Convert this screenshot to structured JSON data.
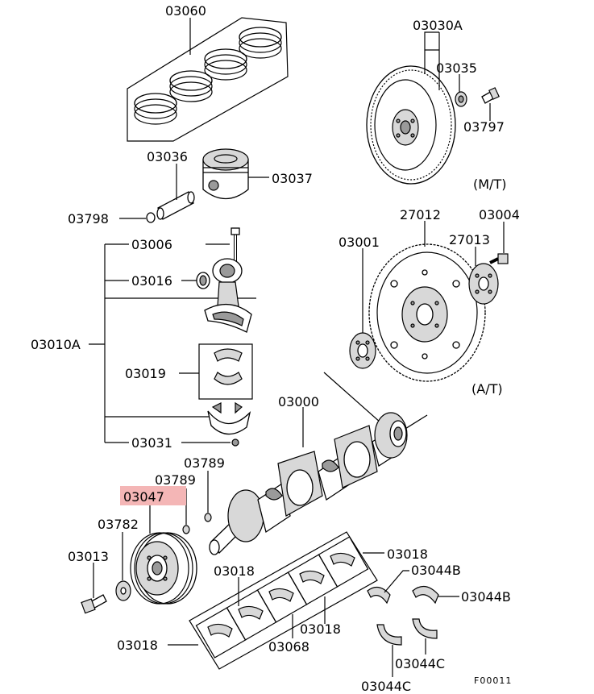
{
  "labels": {
    "p03060": "03060",
    "p03036": "03036",
    "p03037": "03037",
    "p03798": "03798",
    "p03006": "03006",
    "p03016": "03016",
    "p03010A": "03010A",
    "p03019": "03019",
    "p03031": "03031",
    "p03030A": "03030A",
    "p03035": "03035",
    "p03797": "03797",
    "p27012": "27012",
    "p03004": "03004",
    "p03001": "03001",
    "p27013": "27013",
    "p03000": "03000",
    "p03789a": "03789",
    "p03789b": "03789",
    "p03047": "03047",
    "p03782": "03782",
    "p03013": "03013",
    "p03018a": "03018",
    "p03018b": "03018",
    "p03018c": "03018",
    "p03018d": "03018",
    "p03068": "03068",
    "p03044B1": "03044B",
    "p03044B2": "03044B",
    "p03044C1": "03044C",
    "p03044C2": "03044C"
  },
  "notes": {
    "mt": "(M/T)",
    "at": "(A/T)",
    "figure_code": "F00011"
  },
  "highlight_color": "#f4b6b6"
}
